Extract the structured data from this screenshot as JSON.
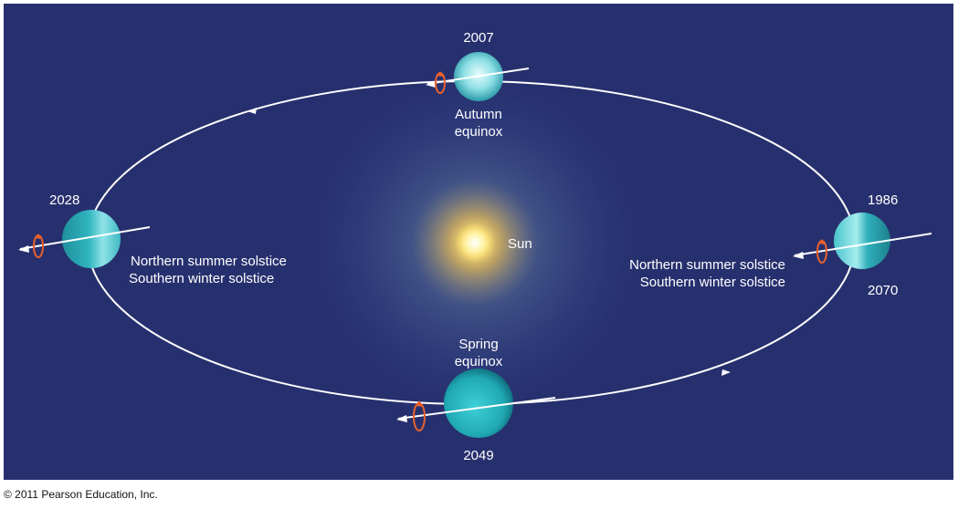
{
  "diagram": {
    "sun_label": "Sun",
    "positions": {
      "top": {
        "year": "2007",
        "caption_line1": "Autumn",
        "caption_line2": "equinox"
      },
      "left": {
        "year": "2028",
        "caption_line1": "Northern summer solstice",
        "caption_line2": "Southern winter solstice"
      },
      "right": {
        "year_upper": "1986",
        "year_lower": "2070",
        "caption_line1": "Northern summer solstice",
        "caption_line2": "Southern winter solstice"
      },
      "bottom": {
        "year": "2049",
        "caption_line1": "Spring",
        "caption_line2": "equinox"
      }
    },
    "colors": {
      "background": "#27306e",
      "orbit": "#ffffff",
      "planet": "#2fb3bd",
      "rotation_arrow": "#e8602c",
      "sun_core": "#fff6c8"
    }
  },
  "footer": {
    "copyright": "© 2011 Pearson Education, Inc."
  }
}
